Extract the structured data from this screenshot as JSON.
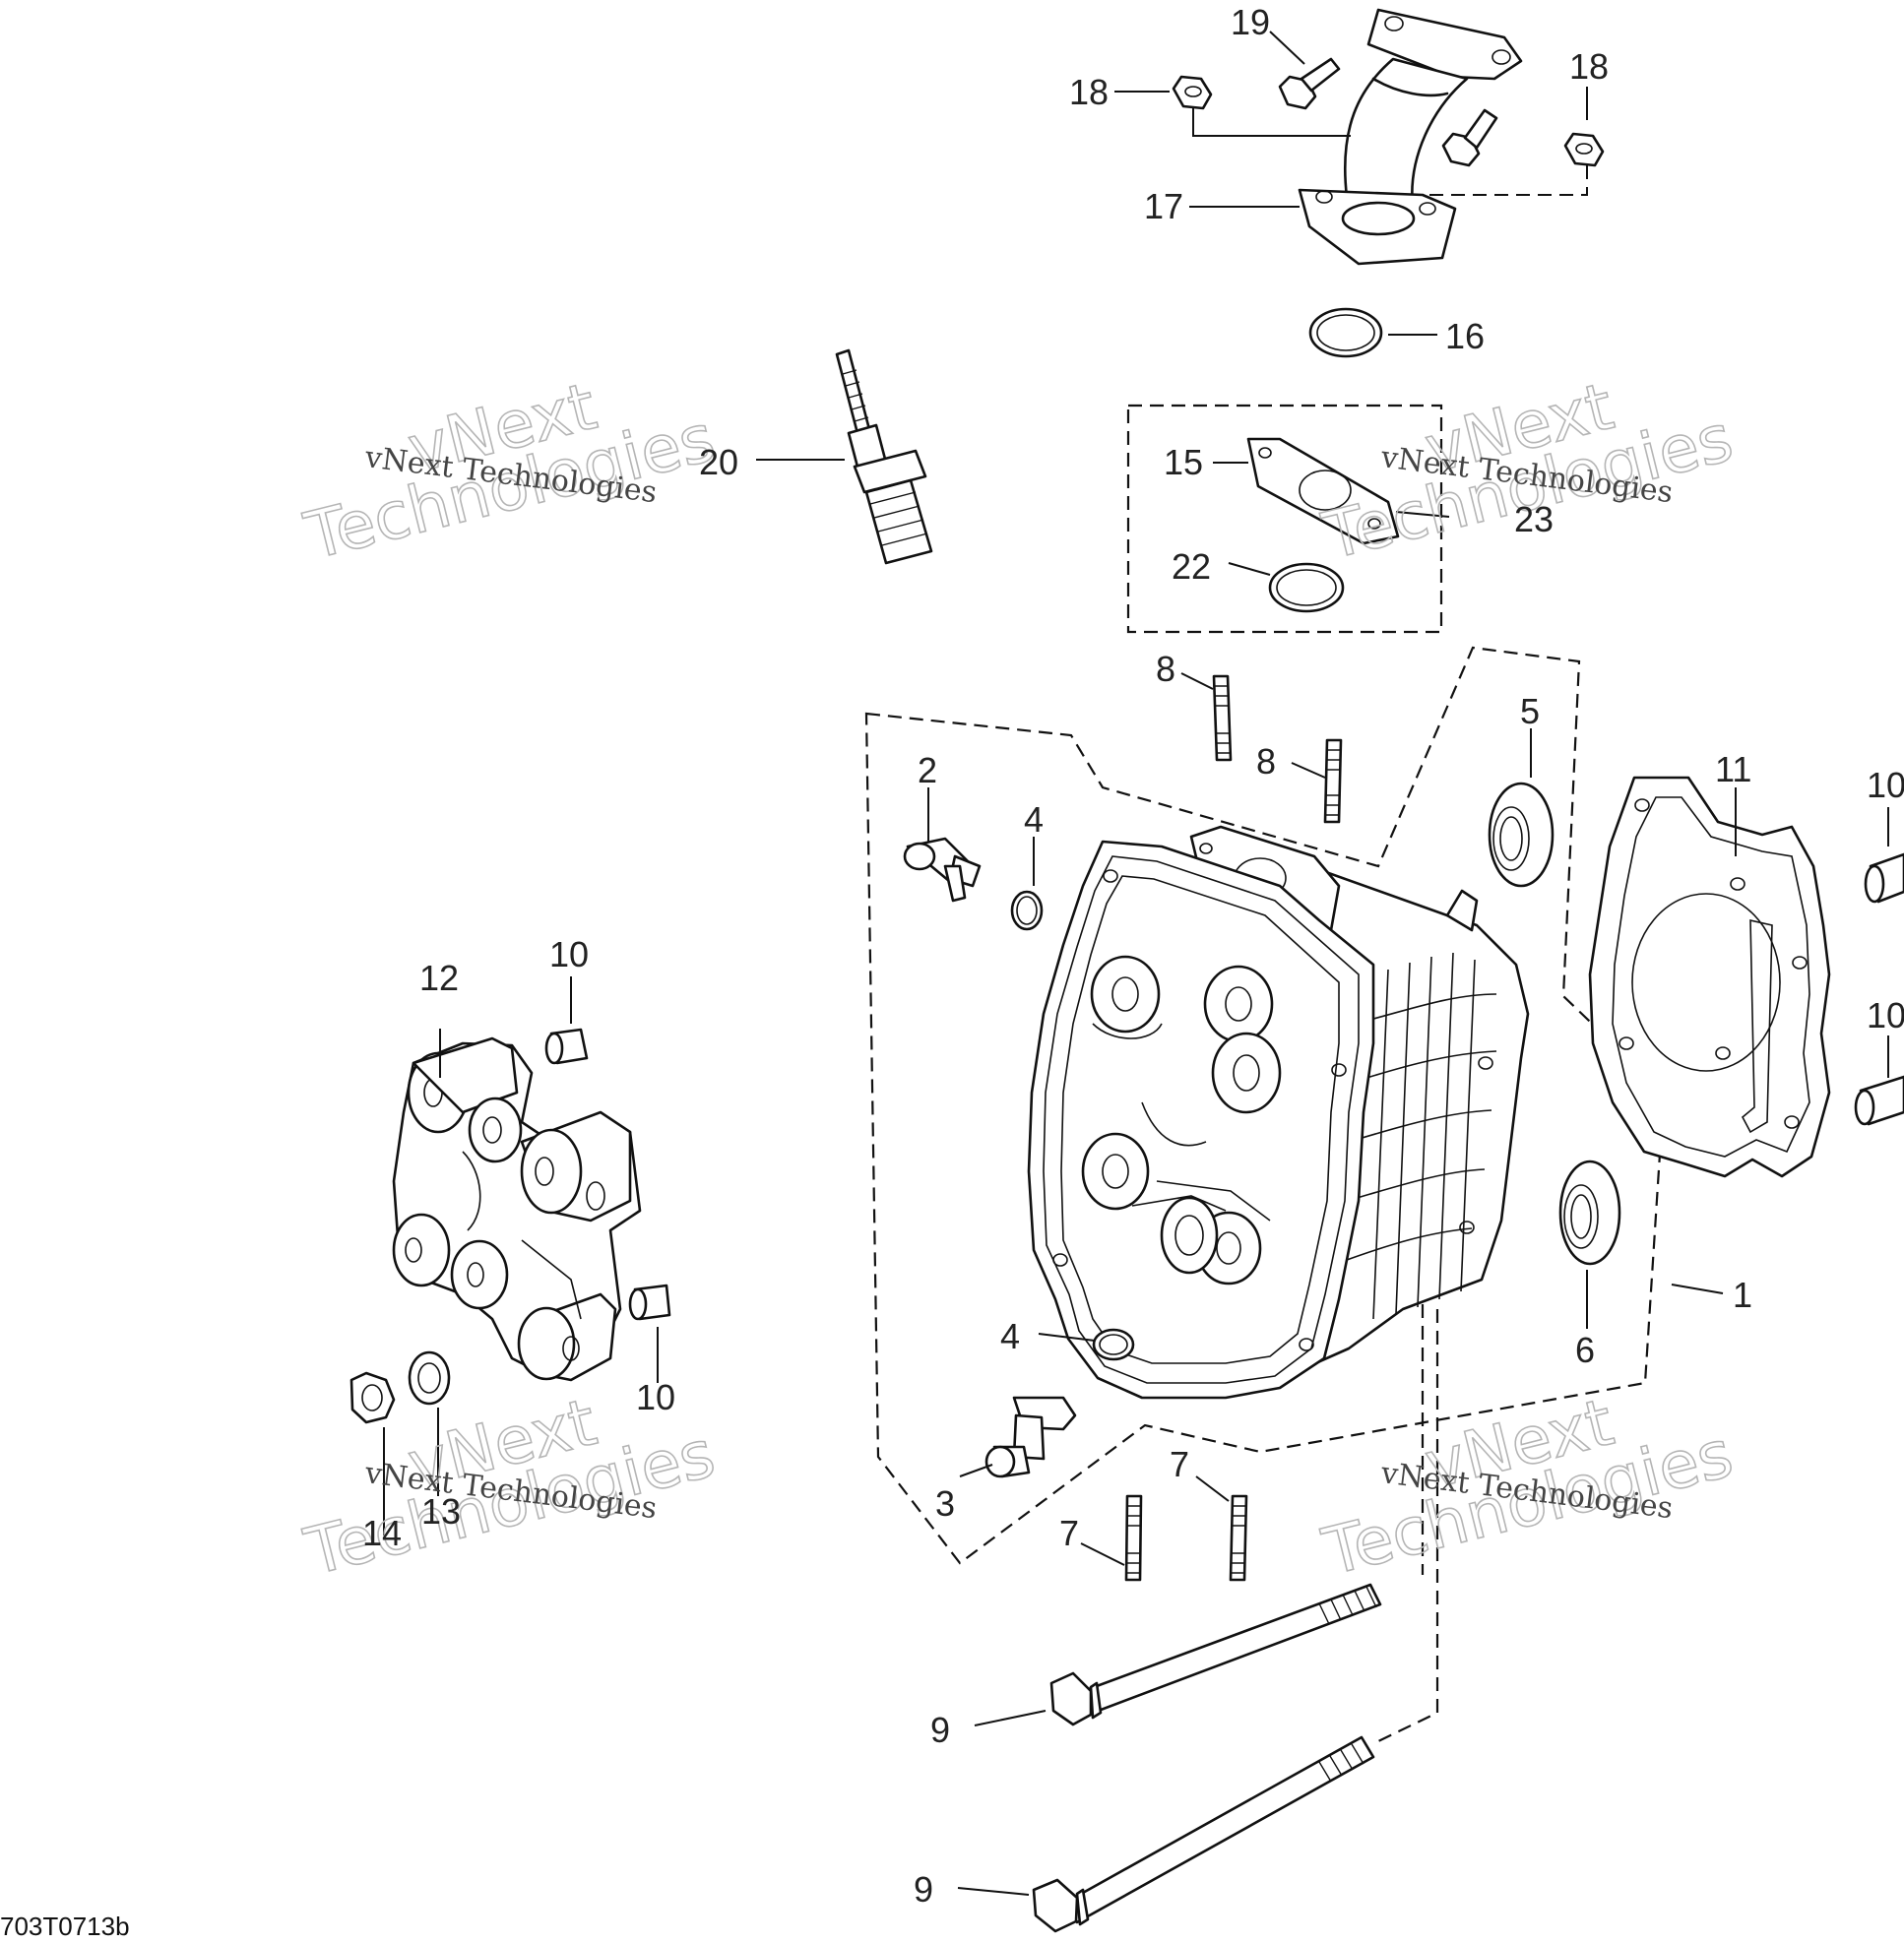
{
  "diagram": {
    "code": "703T0713b",
    "watermark": {
      "line1": "vNext Technologies",
      "line2": "vNext",
      "line3": "Technologies"
    },
    "callouts": {
      "c1": "1",
      "c2": "2",
      "c3": "3",
      "c4a": "4",
      "c4b": "4",
      "c5": "5",
      "c6": "6",
      "c7a": "7",
      "c7b": "7",
      "c8a": "8",
      "c8b": "8",
      "c9a": "9",
      "c9b": "9",
      "c10a": "10",
      "c10b": "10",
      "c10c": "10",
      "c10d": "10",
      "c11": "11",
      "c12": "12",
      "c13": "13",
      "c14": "14",
      "c15": "15",
      "c16": "16",
      "c17": "17",
      "c18a": "18",
      "c18b": "18",
      "c19": "19",
      "c20": "20",
      "c22": "22",
      "c23": "23"
    }
  }
}
